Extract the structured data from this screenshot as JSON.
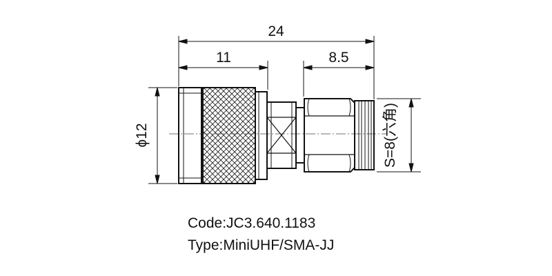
{
  "dimensions": {
    "overall_length": "24",
    "left_section_length": "11",
    "right_section_length": "8.5",
    "diameter": "ϕ12",
    "hex_size": "S=8(六角)"
  },
  "caption": {
    "code": "Code:JC3.640.1183",
    "type": "Type:MiniUHF/SMA-JJ"
  }
}
